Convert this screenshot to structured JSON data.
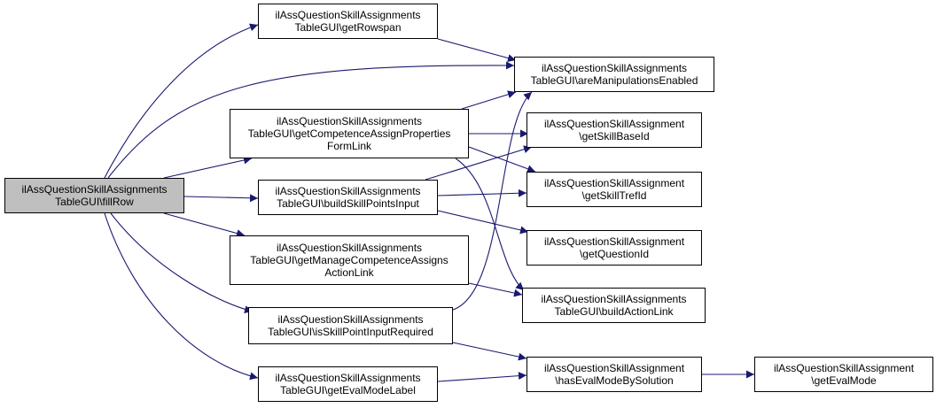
{
  "diagram": {
    "edge_color": "#191970",
    "root_fill": "#bfbfbf",
    "nodes": [
      {
        "id": "fillRow",
        "lines": [
          "ilAssQuestionSkillAssignments",
          "TableGUI\\fillRow"
        ],
        "root": true
      },
      {
        "id": "getRowspan",
        "lines": [
          "ilAssQuestionSkillAssignments",
          "TableGUI\\getRowspan"
        ]
      },
      {
        "id": "areManipulationsEnabled",
        "lines": [
          "ilAssQuestionSkillAssignments",
          "TableGUI\\areManipulationsEnabled"
        ]
      },
      {
        "id": "getCompetenceAssignPropertiesFormLink",
        "lines": [
          "ilAssQuestionSkillAssignments",
          "TableGUI\\getCompetenceAssignProperties",
          "FormLink"
        ]
      },
      {
        "id": "getSkillBaseId",
        "lines": [
          "ilAssQuestionSkillAssignment",
          "\\getSkillBaseId"
        ]
      },
      {
        "id": "buildSkillPointsInput",
        "lines": [
          "ilAssQuestionSkillAssignments",
          "TableGUI\\buildSkillPointsInput"
        ]
      },
      {
        "id": "getSkillTrefId",
        "lines": [
          "ilAssQuestionSkillAssignment",
          "\\getSkillTrefId"
        ]
      },
      {
        "id": "getManageCompetenceAssignsActionLink",
        "lines": [
          "ilAssQuestionSkillAssignments",
          "TableGUI\\getManageCompetenceAssigns",
          "ActionLink"
        ]
      },
      {
        "id": "getQuestionId",
        "lines": [
          "ilAssQuestionSkillAssignment",
          "\\getQuestionId"
        ]
      },
      {
        "id": "buildActionLink",
        "lines": [
          "ilAssQuestionSkillAssignments",
          "TableGUI\\buildActionLink"
        ]
      },
      {
        "id": "isSkillPointInputRequired",
        "lines": [
          "ilAssQuestionSkillAssignments",
          "TableGUI\\isSkillPointInputRequired"
        ]
      },
      {
        "id": "hasEvalModeBySolution",
        "lines": [
          "ilAssQuestionSkillAssignment",
          "\\hasEvalModeBySolution"
        ]
      },
      {
        "id": "getEvalModeLabel",
        "lines": [
          "ilAssQuestionSkillAssignments",
          "TableGUI\\getEvalModeLabel"
        ]
      },
      {
        "id": "getEvalMode",
        "lines": [
          "ilAssQuestionSkillAssignment",
          "\\getEvalMode"
        ]
      }
    ],
    "edges": [
      [
        "fillRow",
        "getRowspan"
      ],
      [
        "fillRow",
        "areManipulationsEnabled"
      ],
      [
        "fillRow",
        "getCompetenceAssignPropertiesFormLink"
      ],
      [
        "fillRow",
        "buildSkillPointsInput"
      ],
      [
        "fillRow",
        "getManageCompetenceAssignsActionLink"
      ],
      [
        "fillRow",
        "isSkillPointInputRequired"
      ],
      [
        "fillRow",
        "getEvalModeLabel"
      ],
      [
        "getRowspan",
        "areManipulationsEnabled"
      ],
      [
        "getCompetenceAssignPropertiesFormLink",
        "areManipulationsEnabled"
      ],
      [
        "getCompetenceAssignPropertiesFormLink",
        "getSkillBaseId"
      ],
      [
        "getCompetenceAssignPropertiesFormLink",
        "getSkillTrefId"
      ],
      [
        "getCompetenceAssignPropertiesFormLink",
        "buildActionLink"
      ],
      [
        "buildSkillPointsInput",
        "getSkillBaseId"
      ],
      [
        "buildSkillPointsInput",
        "getSkillTrefId"
      ],
      [
        "buildSkillPointsInput",
        "getQuestionId"
      ],
      [
        "getManageCompetenceAssignsActionLink",
        "buildActionLink"
      ],
      [
        "isSkillPointInputRequired",
        "areManipulationsEnabled"
      ],
      [
        "isSkillPointInputRequired",
        "hasEvalModeBySolution"
      ],
      [
        "getEvalModeLabel",
        "hasEvalModeBySolution"
      ],
      [
        "hasEvalModeBySolution",
        "getEvalMode"
      ]
    ]
  }
}
